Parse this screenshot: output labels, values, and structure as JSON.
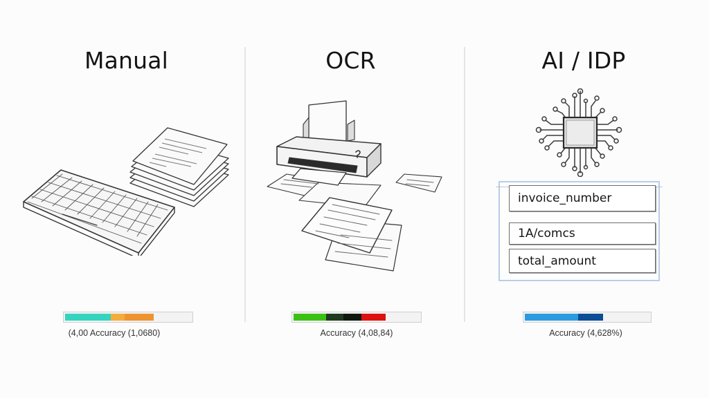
{
  "panels": [
    {
      "id": "manual",
      "heading": "Manual",
      "illustration": "keyboard-and-paper-stack",
      "bar": {
        "label": "(4,00 Accuracy (1,0680)",
        "segments": [
          {
            "color": "#35d4be",
            "width": 66
          },
          {
            "color": "#f4ac3a",
            "width": 20
          },
          {
            "color": "#ef9330",
            "width": 42
          }
        ],
        "track_color": "#f3f3f3"
      }
    },
    {
      "id": "ocr",
      "heading": "OCR",
      "illustration": "printer-with-scanned-pages",
      "bar": {
        "label": "Accuracy (4,08,84)",
        "segments": [
          {
            "color": "#3bc014",
            "width": 47
          },
          {
            "color": "#1f3a1f",
            "width": 25
          },
          {
            "color": "#0e1a0e",
            "width": 26
          },
          {
            "color": "#de1111",
            "width": 35
          }
        ],
        "track_color": "#f3f3f3"
      }
    },
    {
      "id": "ai-idp",
      "heading": "AI / IDP",
      "illustration": "circuit-chip",
      "fields": [
        {
          "label": "invoice_number"
        },
        {
          "label": "1A/comcs"
        },
        {
          "label": "total_amount"
        }
      ],
      "bar": {
        "label": "Accuracy (4,628%)",
        "segments": [
          {
            "color": "#2a9be0",
            "width": 77
          },
          {
            "color": "#0b4d96",
            "width": 36
          }
        ],
        "track_color": "#f3f3f3"
      }
    }
  ]
}
